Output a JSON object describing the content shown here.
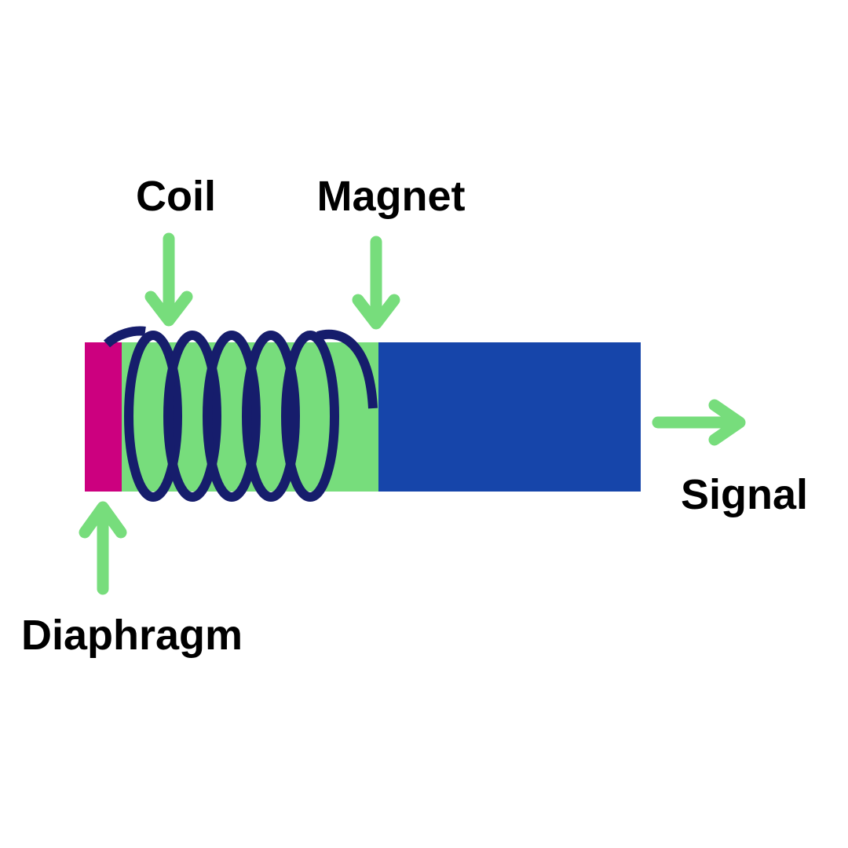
{
  "labels": {
    "coil": "Coil",
    "magnet": "Magnet",
    "diaphragm": "Diaphragm",
    "signal": "Signal"
  },
  "colors": {
    "diaphragm": "#cc007f",
    "magnet_core": "#77dd7c",
    "magnet_body": "#1645aa",
    "coil": "#161d6c",
    "arrow": "#77dd7c"
  }
}
